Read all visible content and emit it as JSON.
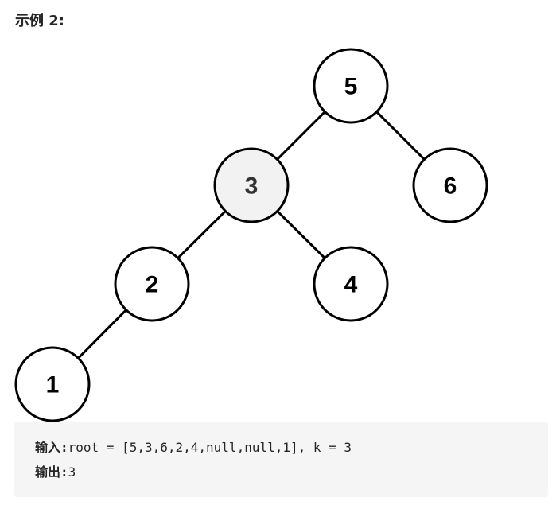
{
  "heading": "示例 2:",
  "tree": {
    "colors": {
      "fill": "#ffffff",
      "highlight_fill": "#f2f2f2",
      "stroke": "#000000",
      "text": "#000000",
      "highlight_text": "#333333"
    },
    "nodes": [
      {
        "id": "n5",
        "label": "5",
        "highlighted": false
      },
      {
        "id": "n3",
        "label": "3",
        "highlighted": true
      },
      {
        "id": "n6",
        "label": "6",
        "highlighted": false
      },
      {
        "id": "n2",
        "label": "2",
        "highlighted": false
      },
      {
        "id": "n4",
        "label": "4",
        "highlighted": false
      },
      {
        "id": "n1",
        "label": "1",
        "highlighted": false
      }
    ],
    "edges": [
      {
        "from": "n5",
        "to": "n3"
      },
      {
        "from": "n5",
        "to": "n6"
      },
      {
        "from": "n3",
        "to": "n2"
      },
      {
        "from": "n3",
        "to": "n4"
      },
      {
        "from": "n2",
        "to": "n1"
      }
    ]
  },
  "example": {
    "input_label": "输入:",
    "input_value": "root = [5,3,6,2,4,null,null,1], k = 3",
    "output_label": "输出:",
    "output_value": "3"
  }
}
